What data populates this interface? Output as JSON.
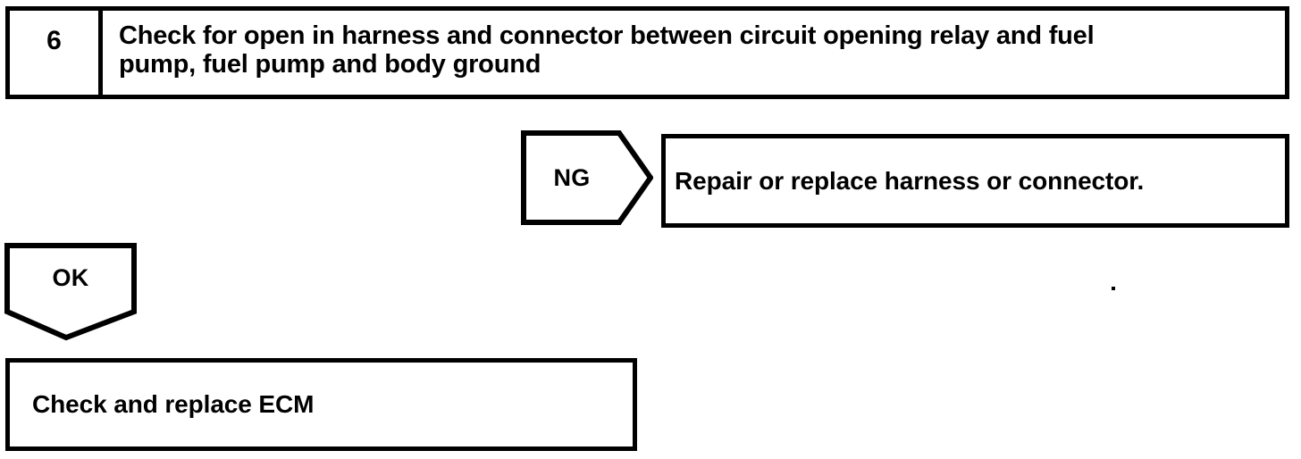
{
  "document": {
    "type": "diagnostic-flowchart",
    "ink_color": "#000000",
    "background_color": "#ffffff"
  },
  "step": {
    "number": "6",
    "instruction": "Check for open in harness and connector between circuit opening relay and fuel\npump, fuel pump and body ground"
  },
  "branches": {
    "ng": {
      "label": "NG",
      "result": "Repair or replace harness or connector."
    },
    "ok": {
      "label": "OK",
      "result": "Check and replace ECM"
    }
  }
}
